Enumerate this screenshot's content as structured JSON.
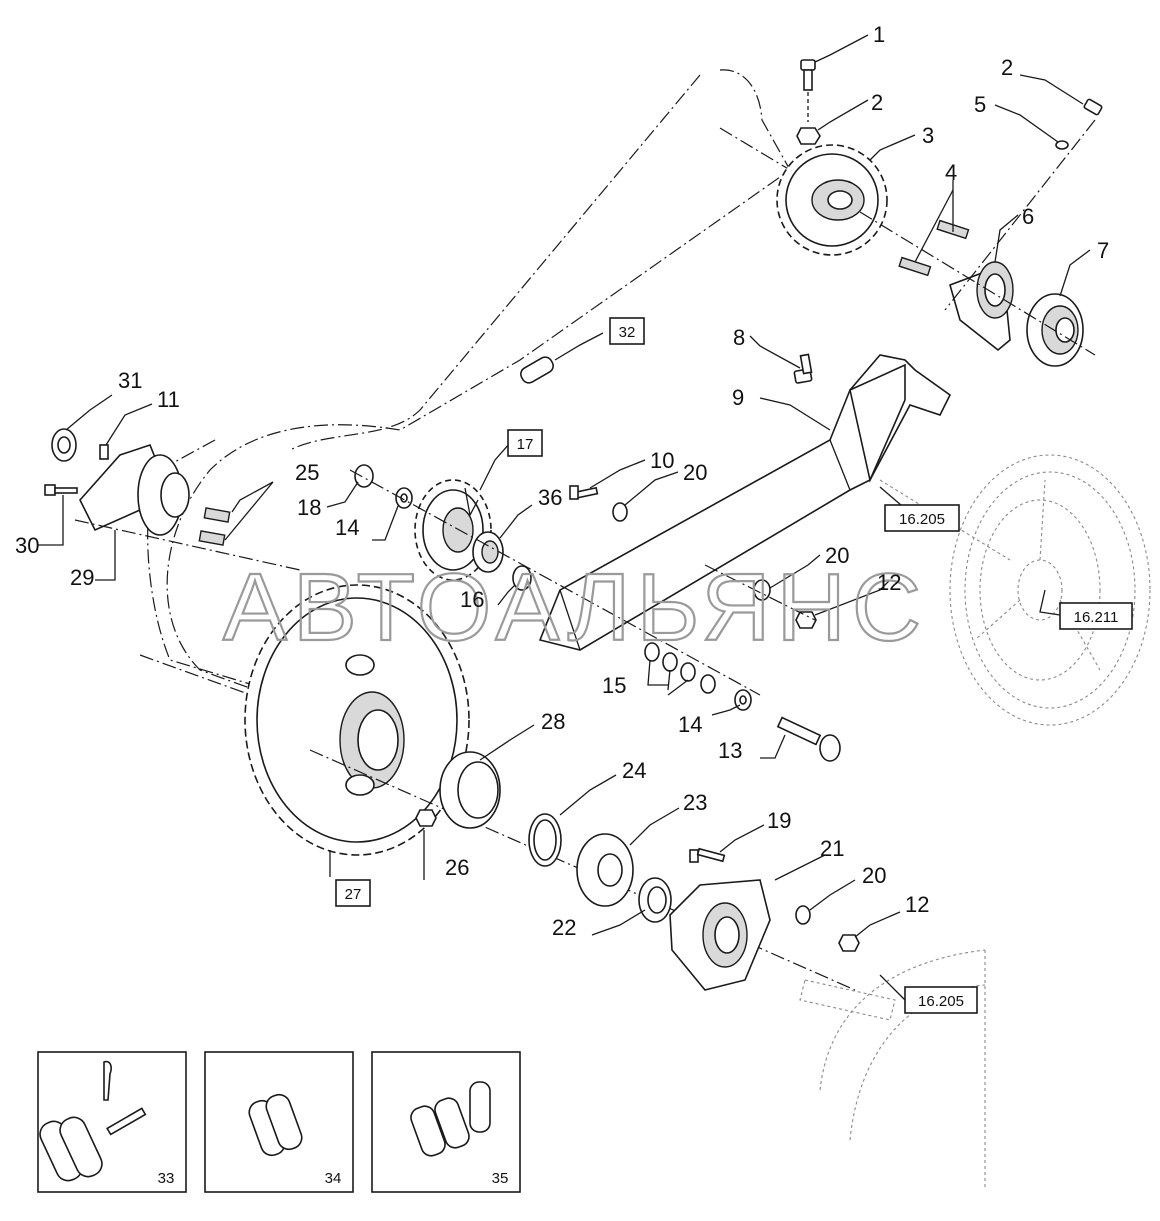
{
  "diagram": {
    "watermark": "АВТОАЛЬЯНС",
    "callouts": [
      {
        "id": "c1",
        "text": "1"
      },
      {
        "id": "c2a",
        "text": "2"
      },
      {
        "id": "c2b",
        "text": "2"
      },
      {
        "id": "c3",
        "text": "3"
      },
      {
        "id": "c4",
        "text": "4"
      },
      {
        "id": "c5",
        "text": "5"
      },
      {
        "id": "c6",
        "text": "6"
      },
      {
        "id": "c7",
        "text": "7"
      },
      {
        "id": "c8",
        "text": "8"
      },
      {
        "id": "c9",
        "text": "9"
      },
      {
        "id": "c10",
        "text": "10"
      },
      {
        "id": "c11",
        "text": "11"
      },
      {
        "id": "c12a",
        "text": "12"
      },
      {
        "id": "c12b",
        "text": "12"
      },
      {
        "id": "c13",
        "text": "13"
      },
      {
        "id": "c14a",
        "text": "14"
      },
      {
        "id": "c14b",
        "text": "14"
      },
      {
        "id": "c15",
        "text": "15"
      },
      {
        "id": "c16",
        "text": "16"
      },
      {
        "id": "c18",
        "text": "18"
      },
      {
        "id": "c19",
        "text": "19"
      },
      {
        "id": "c20a",
        "text": "20"
      },
      {
        "id": "c20b",
        "text": "20"
      },
      {
        "id": "c20c",
        "text": "20"
      },
      {
        "id": "c21",
        "text": "21"
      },
      {
        "id": "c22",
        "text": "22"
      },
      {
        "id": "c23",
        "text": "23"
      },
      {
        "id": "c24",
        "text": "24"
      },
      {
        "id": "c25",
        "text": "25"
      },
      {
        "id": "c26",
        "text": "26"
      },
      {
        "id": "c28",
        "text": "28"
      },
      {
        "id": "c29",
        "text": "29"
      },
      {
        "id": "c30",
        "text": "30"
      },
      {
        "id": "c31",
        "text": "31"
      },
      {
        "id": "c36",
        "text": "36"
      }
    ],
    "boxed_refs": [
      {
        "id": "b32",
        "text": "32"
      },
      {
        "id": "b17",
        "text": "17"
      },
      {
        "id": "b27",
        "text": "27"
      },
      {
        "id": "b16205a",
        "text": "16.205"
      },
      {
        "id": "b16211",
        "text": "16.211"
      },
      {
        "id": "b16205b",
        "text": "16.205"
      }
    ],
    "insets": [
      {
        "id": "i33",
        "text": "33"
      },
      {
        "id": "i34",
        "text": "34"
      },
      {
        "id": "i35",
        "text": "35"
      }
    ]
  }
}
